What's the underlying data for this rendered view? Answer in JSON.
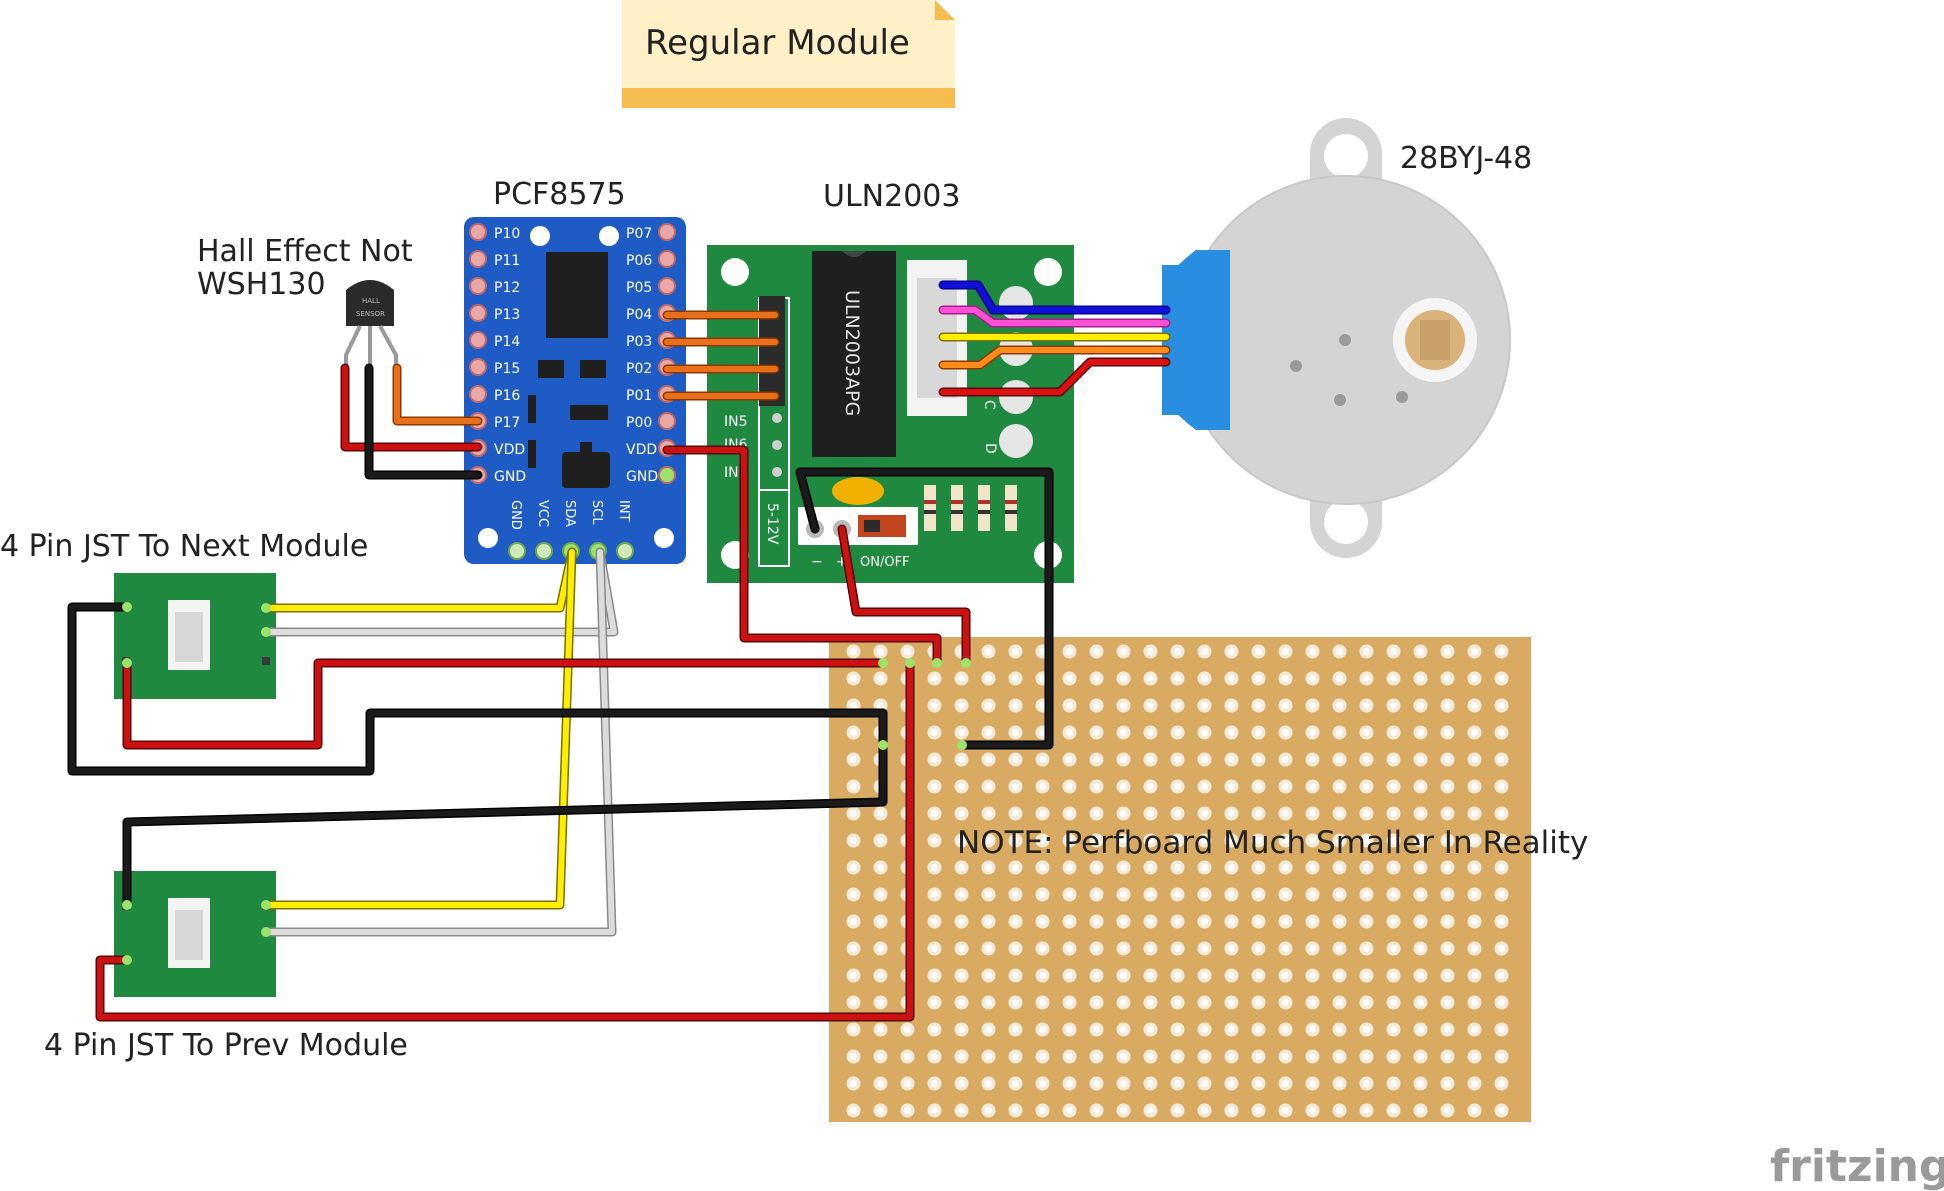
{
  "note_title": "Regular Module",
  "labels": {
    "pcf": "PCF8575",
    "uln": "ULN2003",
    "motor": "28BYJ-48",
    "hall_line1": "Hall Effect Not",
    "hall_line2": "WSH130",
    "jst_next": "4 Pin JST To Next Module",
    "jst_prev": "4 Pin JST To Prev Module",
    "perfboard_note": "NOTE: Perfboard Much Smaller In Reality",
    "brand": "fritzing"
  },
  "pcf_pins": {
    "left": [
      "P10",
      "P11",
      "P12",
      "P13",
      "P14",
      "P15",
      "P16",
      "P17",
      "VDD",
      "GND"
    ],
    "right": [
      "P07",
      "P06",
      "P05",
      "P04",
      "P03",
      "P02",
      "P01",
      "P00",
      "VDD",
      "GND"
    ],
    "bottom": [
      "GND",
      "VCC",
      "SDA",
      "SCL",
      "INT"
    ]
  },
  "uln_chip": "ULN2003APG",
  "uln_text": {
    "in5": "IN5",
    "in6": "IN6",
    "in7": "IN7",
    "voltage": "5-12V",
    "minus": "−",
    "plus": "+",
    "onoff": "ON/OFF",
    "led_c": "C",
    "led_d": "D"
  },
  "hall_text": {
    "line1": "HALL",
    "line2": "SENSOR"
  },
  "colors": {
    "pcf_board": "#1e5bc4",
    "uln_board": "#1f8a3f",
    "jst_board": "#1f8a3f",
    "perfboard": "#d9aa62",
    "motor_body": "#d4d4d4",
    "motor_cap": "#2a8ee0",
    "note": "#fff0c8",
    "note_band": "#f7bc4f",
    "wire_red": "#cc1111",
    "wire_black": "#1a1a1a",
    "wire_yellow": "#ffee00",
    "wire_white": "#dcdcdc",
    "wire_orange": "#e8701a",
    "wire_blue": "#1010d8",
    "wire_pink": "#ff4fd8"
  }
}
